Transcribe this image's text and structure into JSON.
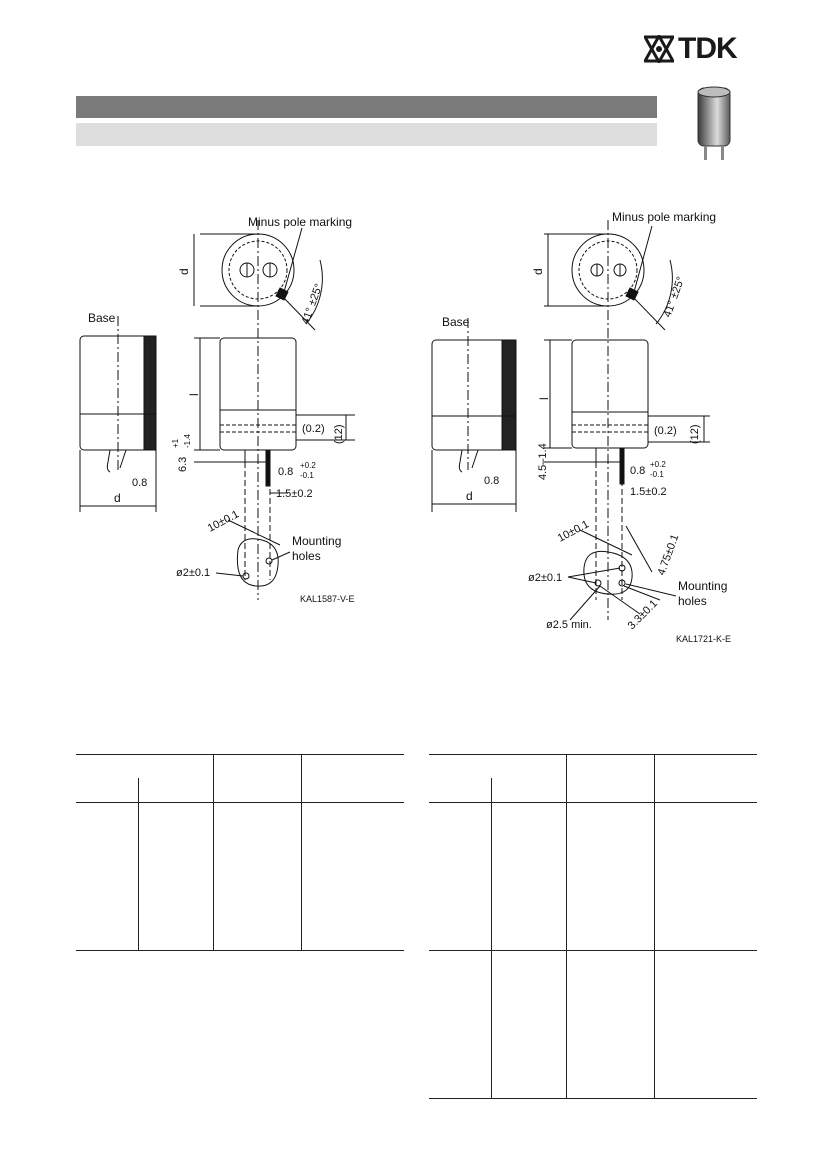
{
  "brand": {
    "name": "TDK",
    "color": "#1a1a1a"
  },
  "colors": {
    "bar_dark": "#7a7a7a",
    "bar_light": "#dedede"
  },
  "drawing_left": {
    "minus_pole": "Minus pole marking",
    "base": "Base",
    "dim_d_top": "d",
    "dim_angle": "41° ±25°",
    "dim_l": "l",
    "dim_6_3": "6.3",
    "dim_6_3_tol_plus": "+1",
    "dim_6_3_tol_minus": "-1.4",
    "dim_0_2": "(0.2)",
    "dim_12": "(12)",
    "dim_0_8_side": "0.8",
    "dim_d_bottom": "d",
    "dim_0_8": "0.8",
    "dim_0_8_tol_plus": "+0.2",
    "dim_0_8_tol_minus": "-0.1",
    "dim_1_5": "1.5±0.2",
    "dim_10": "10±0.1",
    "mounting_1": "Mounting",
    "mounting_2": "holes",
    "dim_phi2": "ø2±0.1",
    "ref": "KAL1587-V-E"
  },
  "drawing_right": {
    "minus_pole": "Minus pole marking",
    "base": "Base",
    "dim_d_top": "d",
    "dim_angle": "41° ±25°",
    "dim_l": "l",
    "dim_4_5": "4.5–1.4",
    "dim_0_2": "(0.2)",
    "dim_12": "(12)",
    "dim_0_8_side": "0.8",
    "dim_d_bottom": "d",
    "dim_0_8": "0.8",
    "dim_0_8_tol_plus": "+0.2",
    "dim_0_8_tol_minus": "-0.1",
    "dim_1_5": "1.5±0.2",
    "dim_10": "10±0.1",
    "dim_4_75": "4.75±0.1",
    "dim_phi2": "ø2±0.1",
    "mounting_1": "Mounting",
    "mounting_2": "holes",
    "dim_phi25": "ø2.5 min.",
    "dim_3_3": "3.3±0.1",
    "ref": "KAL1721-K-E"
  }
}
